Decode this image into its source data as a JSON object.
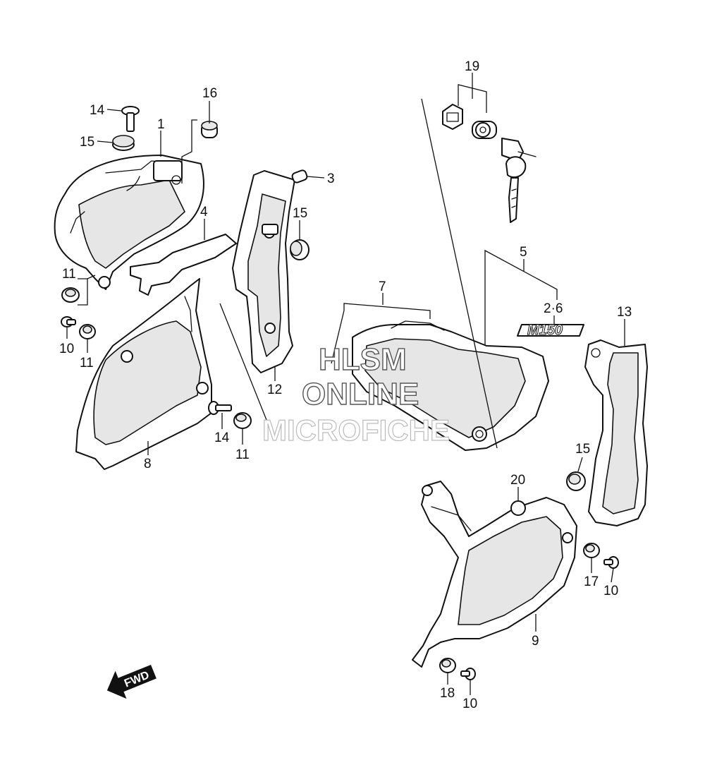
{
  "watermark": {
    "line1": "HLSM",
    "line2": "ONLINE",
    "line3": "MICROFICHE"
  },
  "emblem_text": "M150",
  "fwd_label": "FWD",
  "callouts": {
    "c1": "1",
    "c3": "3",
    "c4": "4",
    "c5": "5",
    "c26": "2·6",
    "c7": "7",
    "c8": "8",
    "c9": "9",
    "c10a": "10",
    "c10b": "10",
    "c10c": "10",
    "c11a": "11",
    "c11b": "11",
    "c11c": "11",
    "c12": "12",
    "c13": "13",
    "c14a": "14",
    "c14b": "14",
    "c15a": "15",
    "c15b": "15",
    "c15c": "15",
    "c16": "16",
    "c17": "17",
    "c18": "18",
    "c19": "19",
    "c20": "20"
  }
}
